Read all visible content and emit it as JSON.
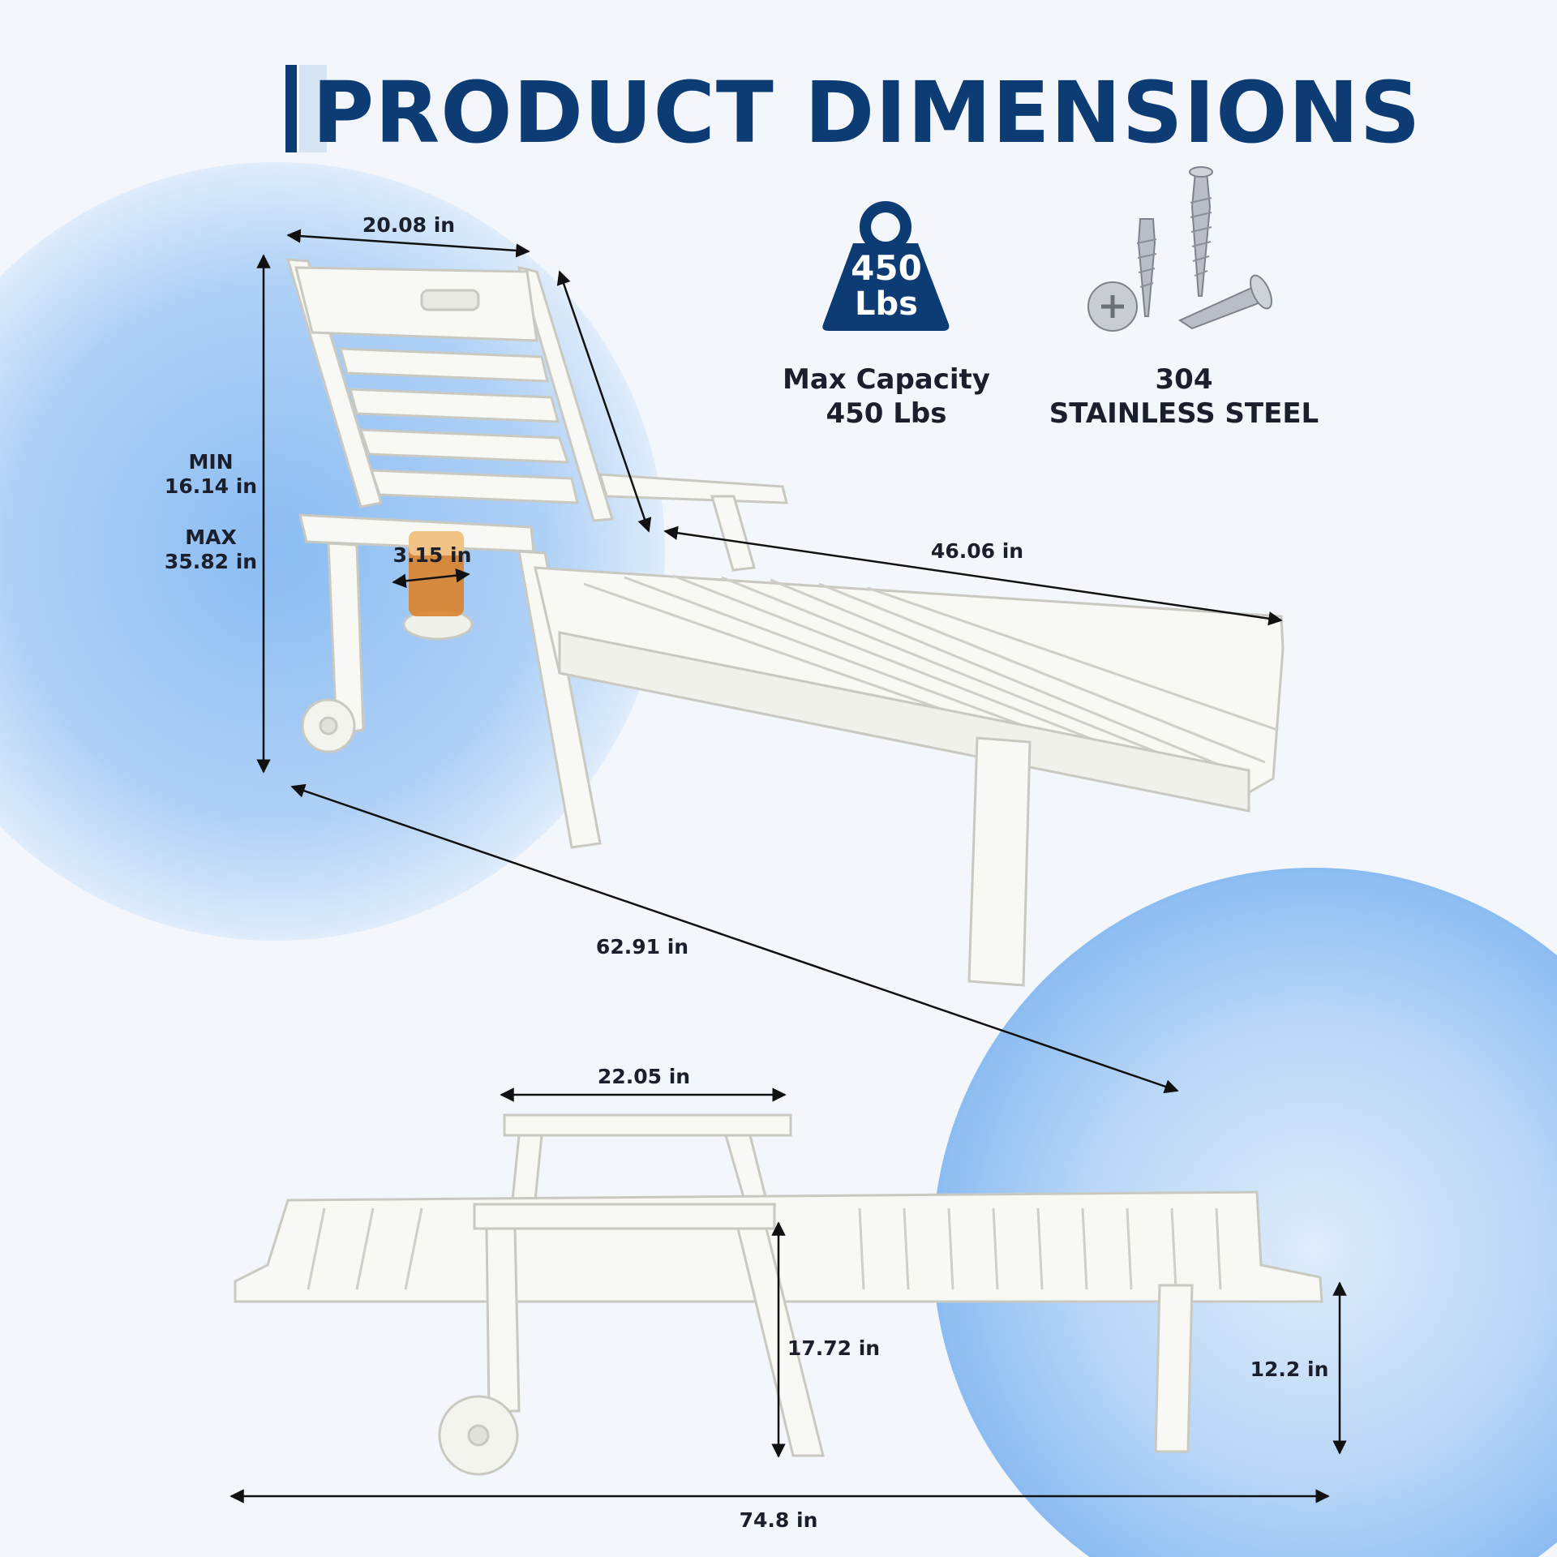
{
  "title": "PRODUCT DIMENSIONS",
  "colors": {
    "brand": "#0d3c74",
    "accent_light": "#bcd8f8",
    "chair": "#f7f7f3"
  },
  "features": {
    "weight_badge_value": "450",
    "weight_badge_unit": "Lbs",
    "capacity_line1": "Max Capacity",
    "capacity_line2": "450 Lbs",
    "steel_line1": "304",
    "steel_line2": "STAINLESS STEEL"
  },
  "dimensions": {
    "backrest_width": "20.08 in",
    "height_min_label": "MIN",
    "height_min_value": "16.14 in",
    "height_max_label": "MAX",
    "height_max_value": "35.82 in",
    "cup_holder": "3.15 in",
    "seat_length": "46.06 in",
    "total_length_angled": "62.91 in",
    "flat_width": "22.05 in",
    "armrest_height": "17.72 in",
    "seat_height": "12.2 in",
    "flat_length": "74.8 in"
  }
}
